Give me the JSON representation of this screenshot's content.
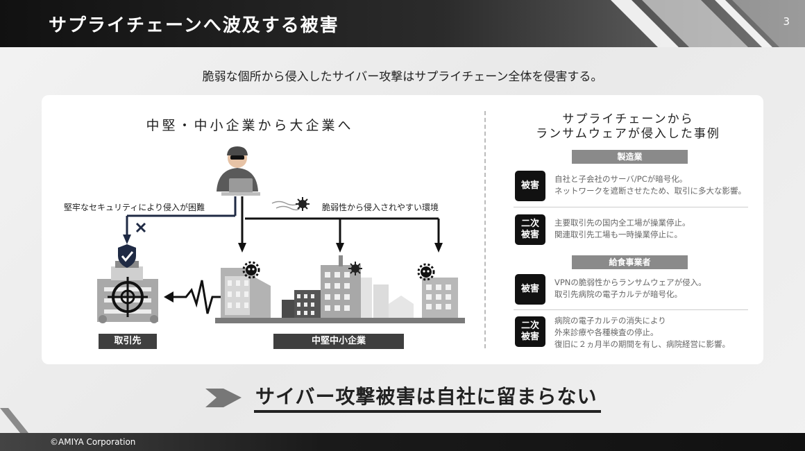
{
  "header": {
    "title": "サプライチェーンへ波及する被害",
    "page_number": "3"
  },
  "subtitle": "脆弱な個所から侵入したサイバー攻撃はサプライチェーン全体を侵害する。",
  "left_panel": {
    "title": "中堅・中小企業から大企業へ",
    "label_blocked": "堅牢なセキュリティにより侵入が困難",
    "label_vulnerable": "脆弱性から侵入されやすい環境",
    "tag_partner": "取引先",
    "tag_sme": "中堅中小企業"
  },
  "right_panel": {
    "title_line1": "サプライチェーンから",
    "title_line2": "ランサムウェアが侵入した事例",
    "categories": [
      {
        "name": "製造業",
        "cases": [
          {
            "badge": "被害",
            "lines": [
              "自社と子会社のサーバ/PCが暗号化。",
              "ネットワークを遮断させたため、取引に多大な影響。"
            ]
          },
          {
            "badge": "二次\n被害",
            "lines": [
              "主要取引先の国内全工場が操業停止。",
              "関連取引先工場も一時操業停止に。"
            ]
          }
        ]
      },
      {
        "name": "給食事業者",
        "cases": [
          {
            "badge": "被害",
            "lines": [
              "VPNの脆弱性からランサムウェアが侵入。",
              "取引先病院の電子カルテが暗号化。"
            ]
          },
          {
            "badge": "二次\n被害",
            "lines": [
              "病院の電子カルテの消失により",
              "外来診療や各種検査の停止。",
              "復旧に２ヵ月半の期間を有し、病院経営に影響。"
            ]
          }
        ]
      }
    ]
  },
  "bottom_message": "サイバー攻撃被害は自社に留まらない",
  "footer": {
    "copyright": "©AMIYA Corporation"
  },
  "colors": {
    "dark": "#111111",
    "gray": "#8a8a8a",
    "panel_tag": "#3f3f3f",
    "arrow_navy": "#1f2a44"
  }
}
